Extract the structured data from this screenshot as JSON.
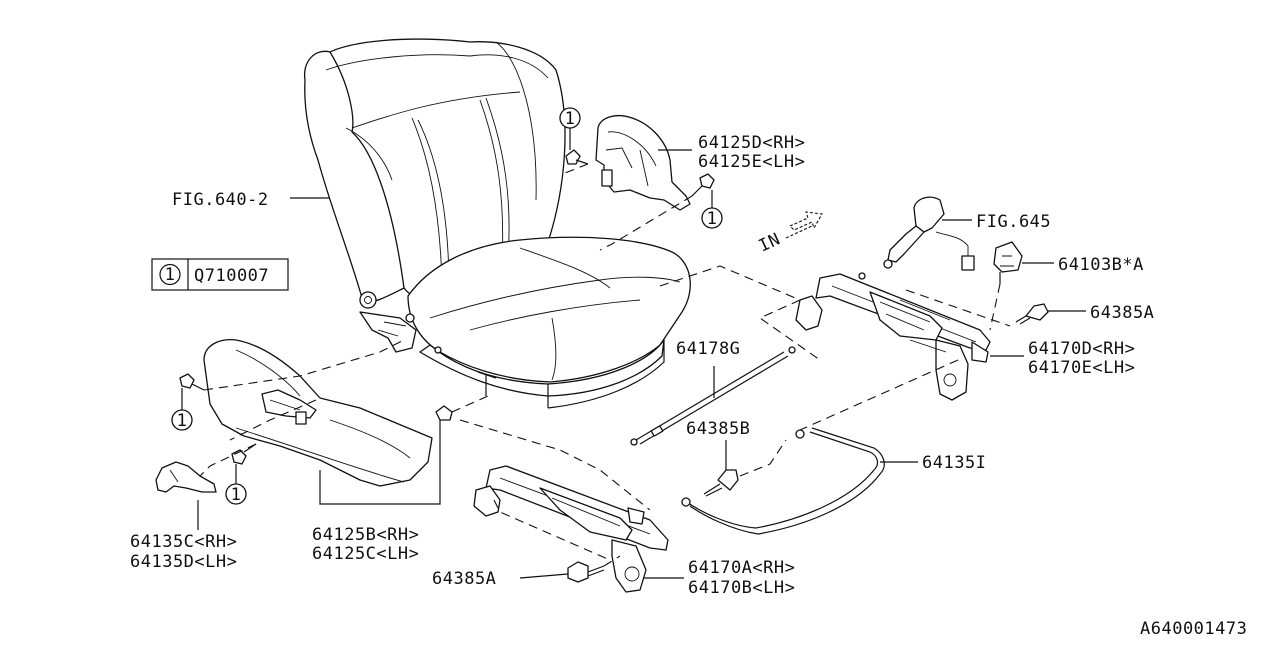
{
  "labels": {
    "fig_640_2": "FIG.640-2",
    "fig_645": "FIG.645",
    "p64125D": "64125D<RH>",
    "p64125E": "64125E<LH>",
    "p64103B": "64103B*A",
    "p64385A_right": "64385A",
    "p64170D": "64170D<RH>",
    "p64170E": "64170E<LH>",
    "p64178G": "64178G",
    "p64385B": "64385B",
    "p64135I": "64135I",
    "p64135C": "64135C<RH>",
    "p64135D": "64135D<LH>",
    "p64125B": "64125B<RH>",
    "p64125C": "64125C<LH>",
    "p64385A_bottom": "64385A",
    "p64170A": "64170A<RH>",
    "p64170B": "64170B<LH>"
  },
  "legend": {
    "marker": "1",
    "part_no": "Q710007"
  },
  "callout_marker": "1",
  "direction_label": "IN",
  "diagram_id": "A640001473"
}
